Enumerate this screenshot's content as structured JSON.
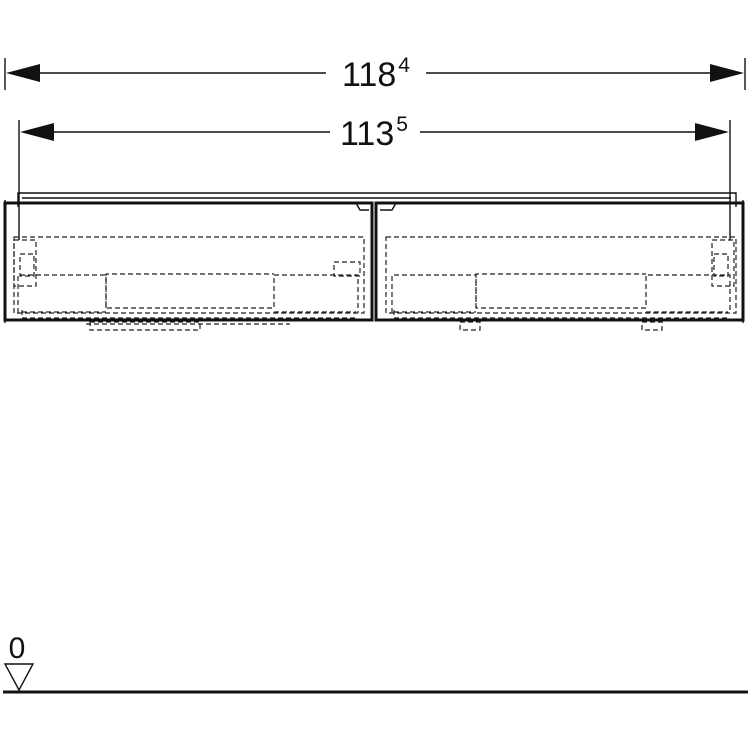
{
  "dimensions": {
    "overall": {
      "main": "118",
      "sup": "4"
    },
    "inner": {
      "main": "113",
      "sup": "5"
    }
  },
  "level": {
    "label": "0"
  },
  "colors": {
    "line": "#111111",
    "background": "#ffffff"
  }
}
